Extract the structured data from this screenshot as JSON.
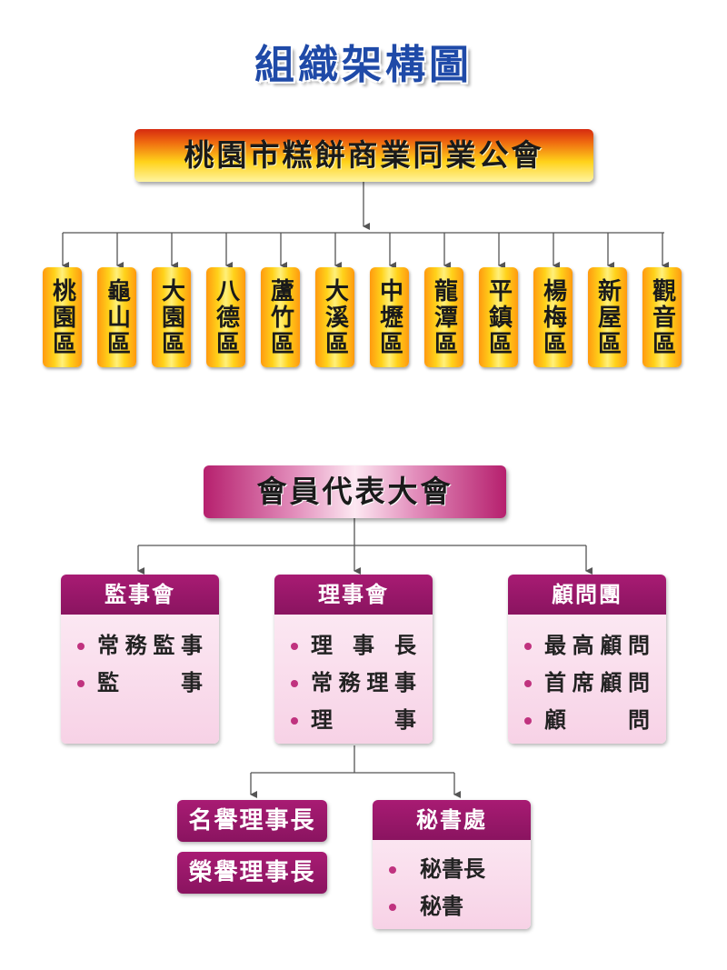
{
  "title": "組織架構圖",
  "association": "桃園市糕餅商業同業公會",
  "districts": [
    "桃園區",
    "龜山區",
    "大園區",
    "八德區",
    "蘆竹區",
    "大溪區",
    "中壢區",
    "龍潭區",
    "平鎮區",
    "楊梅區",
    "新屋區",
    "觀音區"
  ],
  "congress": "會員代表大會",
  "committees": {
    "supervisors": {
      "title": "監事會",
      "items": [
        "常務監事",
        "監事"
      ]
    },
    "directors": {
      "title": "理事會",
      "items": [
        "理事長",
        "常務理事",
        "理事"
      ]
    },
    "advisors": {
      "title": "顧問團",
      "items": [
        "最高顧問",
        "首席顧問",
        "顧問"
      ]
    }
  },
  "honorary": [
    "名譽理事長",
    "榮譽理事長"
  ],
  "secretariat": {
    "title": "秘書處",
    "items": [
      "秘書長",
      "秘書"
    ]
  },
  "colors": {
    "title_blue": "#1f4aa8",
    "banner_orange": "#ef6a10",
    "banner_yellow": "#ffd21a",
    "magenta": "#a81b73",
    "pink_light": "#fdeef6",
    "connector": "#555555"
  }
}
